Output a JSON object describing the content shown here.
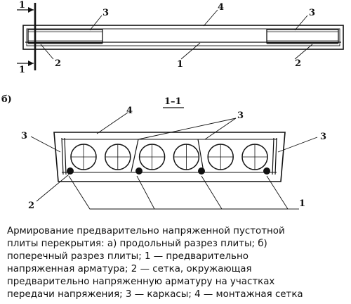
{
  "figure": {
    "top_view": {
      "section_mark_top": "1",
      "section_mark_bottom": "1",
      "callouts": {
        "label_3_left": "3",
        "label_4": "4",
        "label_3_right": "3",
        "label_2_left": "2",
        "label_1": "1",
        "label_2_right": "2"
      }
    },
    "section_view": {
      "part_label": "б)",
      "section_title": "1–1",
      "voids": 6,
      "strands": 4,
      "callouts": {
        "label_4": "4",
        "label_3_top": "3",
        "label_3_left": "3",
        "label_3_right": "3",
        "label_2": "2",
        "label_1": "1"
      }
    }
  },
  "caption": "Армирование предварительно напряженной пустотной\nплиты перекрытия: а) продольный разрез плиты; б)\nпоперечный разрез плиты; 1 — предварительно\nнапряженная арматура; 2 — сетка, окружающая\nпредварительно напряженную арматуру на участках\nпередачи напряжения; 3 — каркасы; 4 — монтажная сетка"
}
